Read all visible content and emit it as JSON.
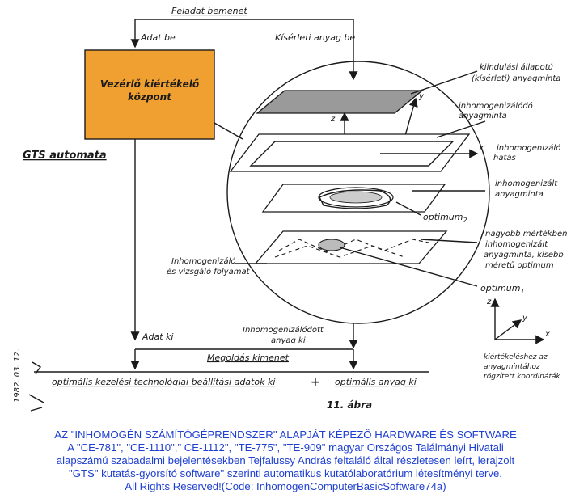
{
  "colors": {
    "box_fill": "#f0a030",
    "ink": "#1a1a1a",
    "caption": "#1e3fd1"
  },
  "diagram": {
    "top_label": "Feladat bemenet",
    "adat_be": "Adat be",
    "kiserleti_anyag_be": "Kísérleti anyag be",
    "box_line1": "Vezérlő kiértékelő",
    "box_line2": "központ",
    "gts": "GTS automata",
    "label_kiindulasi_1": "kiindulási állapotú",
    "label_kiindulasi_2": "(kísérleti) anyagminta",
    "label_inhomogenizalodo_1": "inhomogenizálódó",
    "label_inhomogenizalodo_2": "anyagminta",
    "label_hatas_1": "inhomogenizáló",
    "label_hatas_2": "hatás",
    "label_inhomogenizalt_1": "inhomogenizált",
    "label_inhomogenizalt_2": "anyagminta",
    "optimum2": "optimum",
    "optimum2_sub": "2",
    "label_nagyobb_1": "nagyobb mértékben",
    "label_nagyobb_2": "inhomogenizált",
    "label_nagyobb_3": "anyagminta, kisebb",
    "label_nagyobb_4": "méretű optimum",
    "optimum1": "optimum",
    "optimum1_sub": "1",
    "folyamat_1": "Inhomogenizáló",
    "folyamat_2": "és vizsgáló folyamat",
    "adat_ki": "Adat ki",
    "anyag_ki_1": "Inhomogenizálódott",
    "anyag_ki_2": "anyag ki",
    "megoldas": "Megoldás kimenet",
    "bottom_left": "optimális kezelési technológiai beállítási adatok ki",
    "plus": "+",
    "bottom_right": "optimális anyag ki",
    "abra": "11. ábra",
    "coord_1": "kiértékeléshez az",
    "coord_2": "anyagmintához",
    "coord_3": "rögzített koordináták",
    "axis_x": "x",
    "axis_y": "y",
    "axis_z": "z",
    "margin_note": "1982. 03. 12."
  },
  "caption": {
    "line1": "AZ \"INHOMOGÉN SZÁMÍTÓGÉPRENDSZER\" ALAPJÁT KÉPEZŐ HARDWARE ÉS SOFTWARE",
    "line2": "A \"CE-781\", \"CE-1110\",\" CE-1112\", \"TE-775\", \"TE-909\"  magyar Országos Találmányi Hivatali",
    "line3": "alapszámú szabadalmi bejelentésekben Tejfalussy András feltaláló által részletesen leírt, lerajzolt",
    "line4": "\"GTS\" kutatás-gyorsító software\" szerinti automatikus kutatólaboratórium létesítményi terve.",
    "line5": "All Rights Reserved!(Code: InhomogenComputerBasicSoftware74a)"
  }
}
